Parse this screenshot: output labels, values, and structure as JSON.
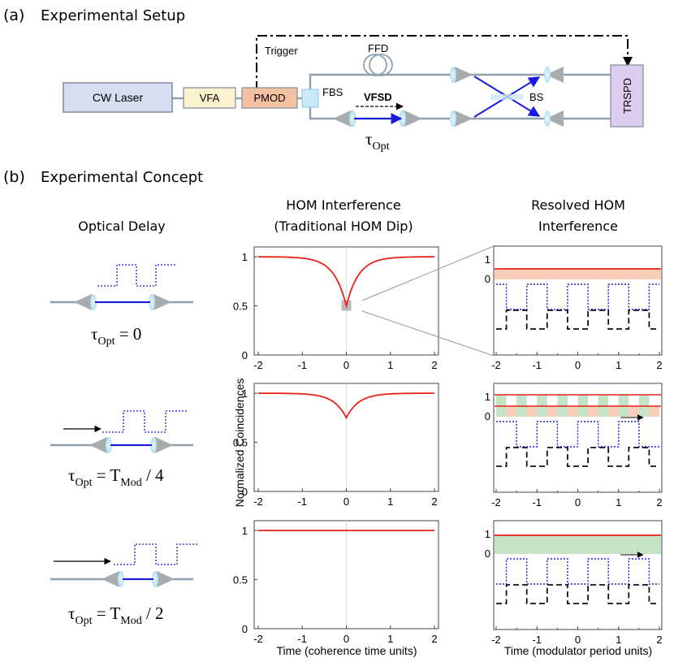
{
  "panel_a": {
    "label": "(a)",
    "title": "Experimental Setup",
    "components": {
      "laser": "CW Laser",
      "vfa": "VFA",
      "pmod": "PMOD",
      "fbs": "FBS",
      "ffd": "FFD",
      "vfsd": "VFSD",
      "bs": "BS",
      "trspd": "TRSPD",
      "trigger": "Trigger",
      "tau_main": "τ",
      "tau_sub": "Opt"
    }
  },
  "panel_b": {
    "label": "(b)",
    "title": "Experimental Concept",
    "col_optical": "Optical Delay",
    "col_hom_1": "HOM Interference",
    "col_hom_2": "(Traditional HOM Dip)",
    "col_res_1": "Resolved HOM",
    "col_res_2": "Interference",
    "ylabel": "Normalized Coincidences",
    "xlabel_hom": "Time (coherence time units)",
    "xlabel_res": "Time (modulator period units)",
    "eq_rows": [
      {
        "tau": "τ",
        "sub": "Opt",
        "eq": " = 0",
        "T": "",
        "Tsub": "",
        "tail": ""
      },
      {
        "tau": "τ",
        "sub": "Opt",
        "eq": " = ",
        "T": "T",
        "Tsub": "Mod",
        "tail": " / 4"
      },
      {
        "tau": "τ",
        "sub": "Opt",
        "eq": " = ",
        "T": "T",
        "Tsub": "Mod",
        "tail": " / 2"
      }
    ],
    "hom_yticks": [
      "1",
      "0.5",
      "0"
    ],
    "hom_xticks": [
      "-2",
      "-1",
      "0",
      "1",
      "2"
    ],
    "res_yticks": [
      "1",
      "0"
    ],
    "res_xticks": [
      "-2",
      "-1",
      "0",
      "1",
      "2"
    ]
  },
  "colors": {
    "red": "#e8211b",
    "blue": "#1a1ae0",
    "orange_fill": "#f7cfb8",
    "green_fill": "#c5e3c5",
    "laser_box": "#d5dff0",
    "vfa_box": "#fdf2cf",
    "pmod_box": "#f4c2a2",
    "trspd_box": "#dcccf0",
    "fiber": "#8fa0ae",
    "gray_cone": "#a9acaf"
  },
  "chart_data": [
    {
      "type": "line",
      "name": "HOM dip τ=0",
      "x_range": [
        -2,
        2
      ],
      "ylim": [
        0,
        1.1
      ],
      "depth": 0.5,
      "min_value": 0.5,
      "grid_x": [
        0
      ]
    },
    {
      "type": "line",
      "name": "HOM dip τ=T/4",
      "x_range": [
        -2,
        2
      ],
      "ylim": [
        0,
        1.1
      ],
      "depth": 0.25,
      "min_value": 0.75,
      "grid_x": [
        0
      ]
    },
    {
      "type": "line",
      "name": "HOM dip τ=T/2",
      "x_range": [
        -2,
        2
      ],
      "ylim": [
        0,
        1.1
      ],
      "depth": 0.0,
      "min_value": 1.0,
      "grid_x": [
        0
      ]
    },
    {
      "type": "line",
      "name": "Resolved τ=0",
      "x_range": [
        -2,
        2
      ],
      "fill": "orange",
      "shift": 0.0
    },
    {
      "type": "line",
      "name": "Resolved τ=T/4",
      "x_range": [
        -2,
        2
      ],
      "fill": "mixed",
      "shift": 0.25
    },
    {
      "type": "line",
      "name": "Resolved τ=T/2",
      "x_range": [
        -2,
        2
      ],
      "fill": "green",
      "shift": 0.5
    }
  ]
}
